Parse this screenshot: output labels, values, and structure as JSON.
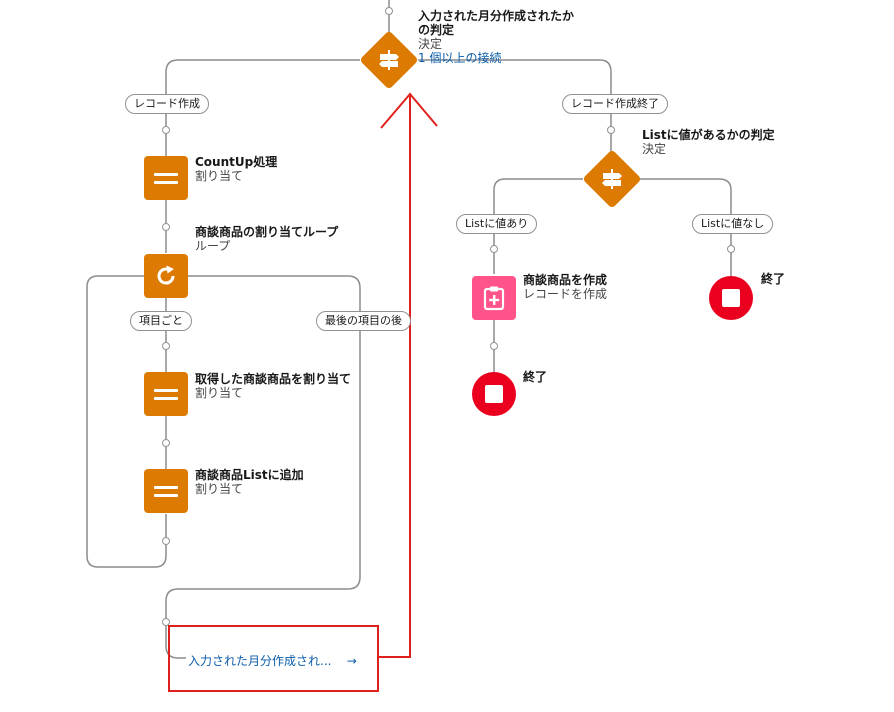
{
  "top_decision": {
    "title_line1": "入力された月分作成されたか",
    "title_line2": "の判定",
    "type": "決定",
    "connections": "1 個以上の接続"
  },
  "branches": {
    "record_create": "レコード作成",
    "record_create_end": "レコード作成終了"
  },
  "countup": {
    "title": "CountUp処理",
    "type": "割り当て"
  },
  "loop": {
    "title": "商談商品の割り当てループ",
    "type": "ループ"
  },
  "loop_branches": {
    "for_each": "項目ごと",
    "after_last": "最後の項目の後"
  },
  "assign_fetched": {
    "title": "取得した商談商品を割り当て",
    "type": "割り当て"
  },
  "assign_add_list": {
    "title": "商談商品Listに追加",
    "type": "割り当て"
  },
  "goto": {
    "label": "入力された月分作成され...",
    "arrow": "→"
  },
  "list_decision": {
    "title": "Listに値があるかの判定",
    "type": "決定"
  },
  "list_branches": {
    "has_value": "Listに値あり",
    "no_value": "Listに値なし"
  },
  "create_record": {
    "title": "商談商品を作成",
    "type": "レコードを作成"
  },
  "end_labels": {
    "end_left": "終了",
    "end_right": "終了"
  },
  "colors": {
    "assignment": "#dd7a01",
    "create": "#ff538a",
    "end": "#ea001e",
    "link": "#0b5cab",
    "annotation": "#e0201b"
  }
}
